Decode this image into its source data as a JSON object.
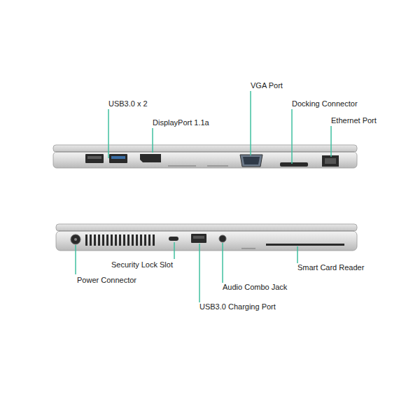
{
  "diagram": {
    "labels": [
      "USB3.0 x 2",
      "DisplayPort 1.1a",
      "VGA Port",
      "Docking Connector",
      "Ethernet Port",
      "Security Lock Slot",
      "Power Connector",
      "Audio Combo Jack",
      "USB3.0 Charging Port",
      "Smart Card Reader"
    ]
  }
}
